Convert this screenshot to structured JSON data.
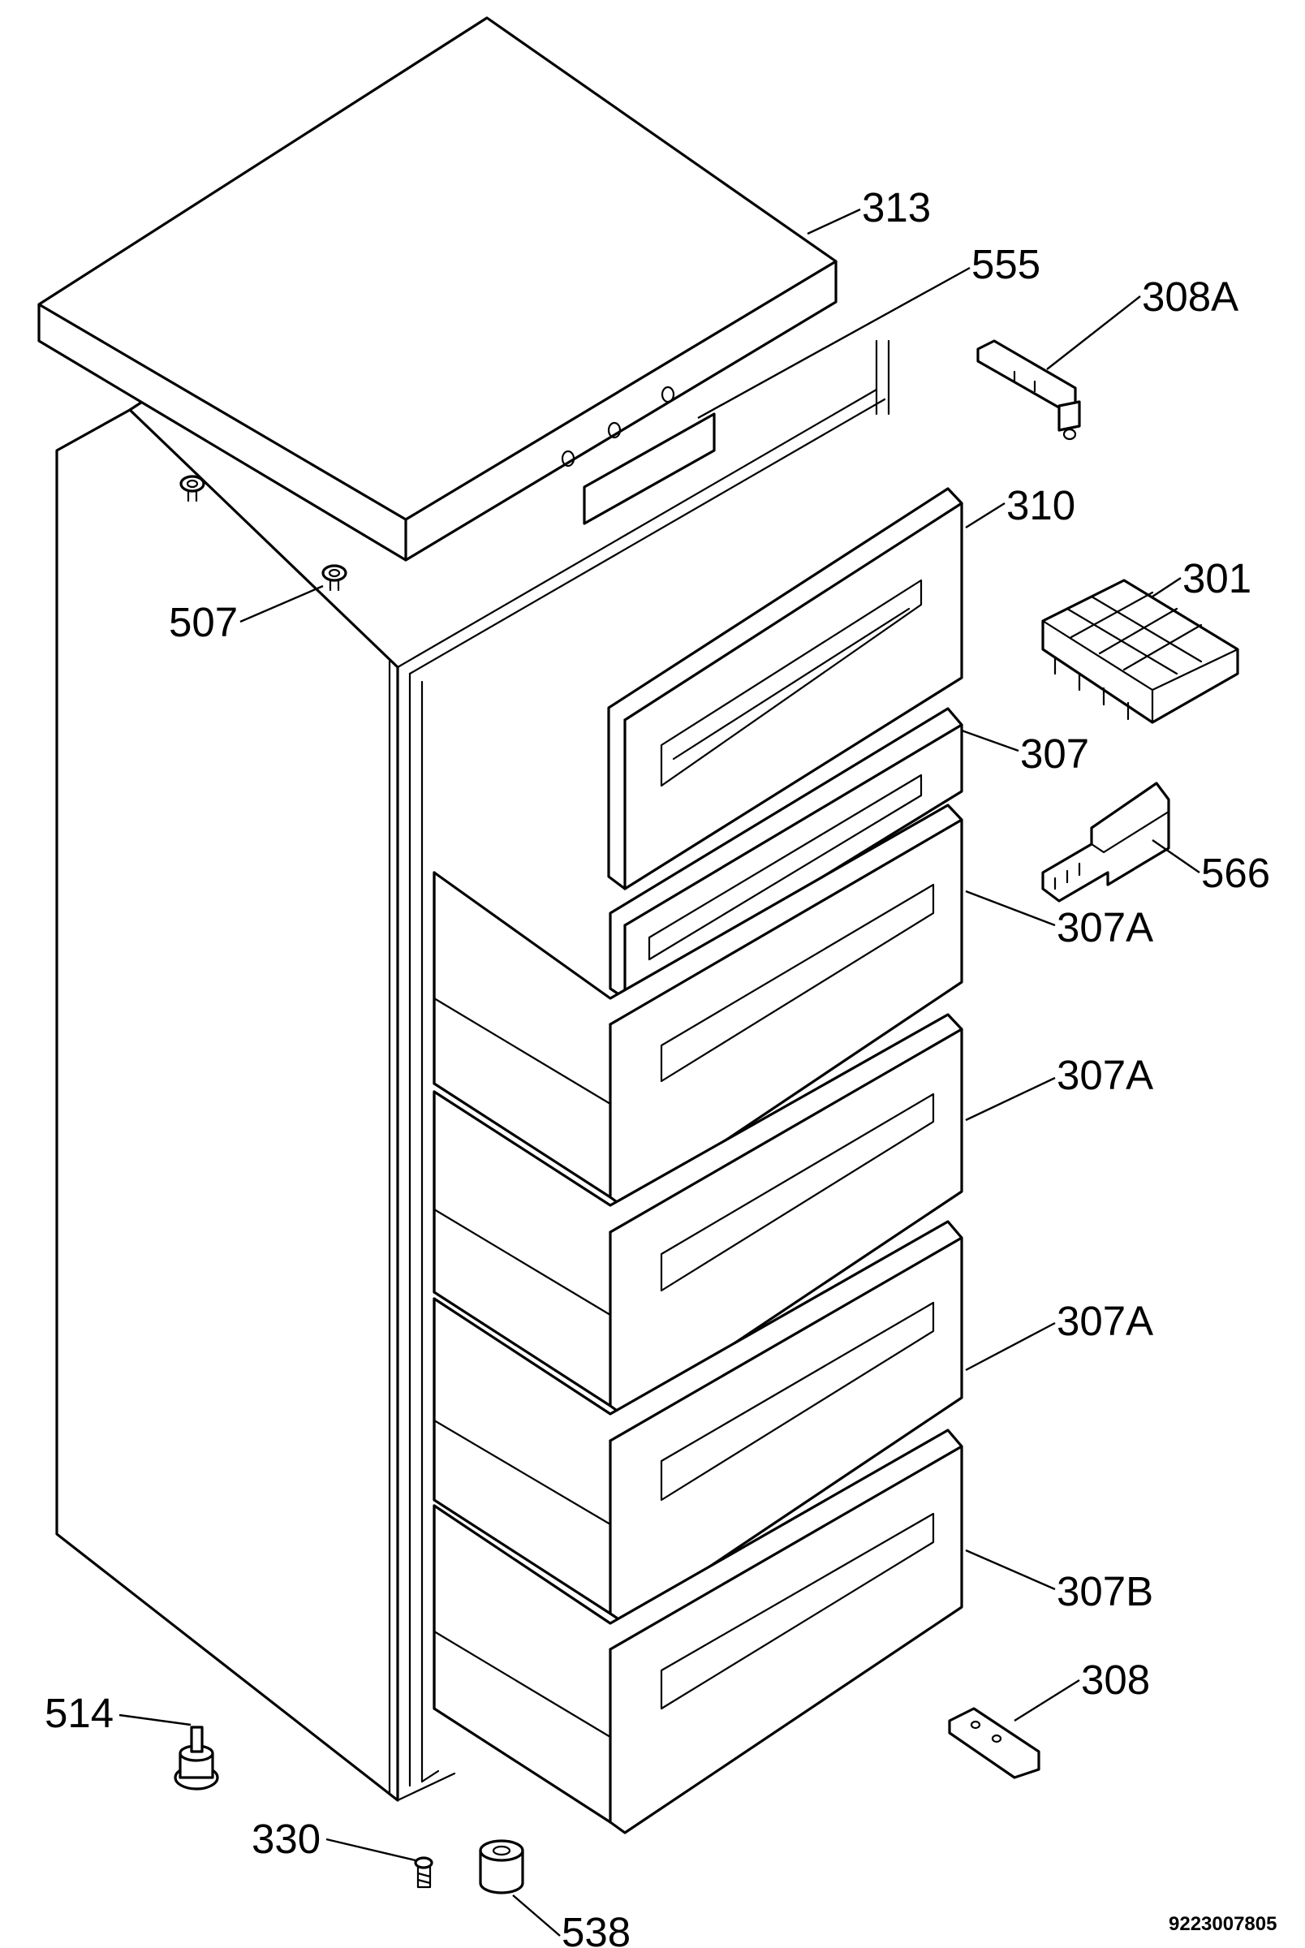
{
  "diagram": {
    "callouts": [
      {
        "id": "313",
        "text": "313"
      },
      {
        "id": "555",
        "text": "555"
      },
      {
        "id": "308A",
        "text": "308A"
      },
      {
        "id": "310",
        "text": "310"
      },
      {
        "id": "301",
        "text": "301"
      },
      {
        "id": "507",
        "text": "507"
      },
      {
        "id": "307",
        "text": "307"
      },
      {
        "id": "566",
        "text": "566"
      },
      {
        "id": "307A-1",
        "text": "307A"
      },
      {
        "id": "307A-2",
        "text": "307A"
      },
      {
        "id": "307A-3",
        "text": "307A"
      },
      {
        "id": "307B",
        "text": "307B"
      },
      {
        "id": "308",
        "text": "308"
      },
      {
        "id": "514",
        "text": "514"
      },
      {
        "id": "330",
        "text": "330"
      },
      {
        "id": "538",
        "text": "538"
      }
    ],
    "document_number": "9223007805"
  }
}
